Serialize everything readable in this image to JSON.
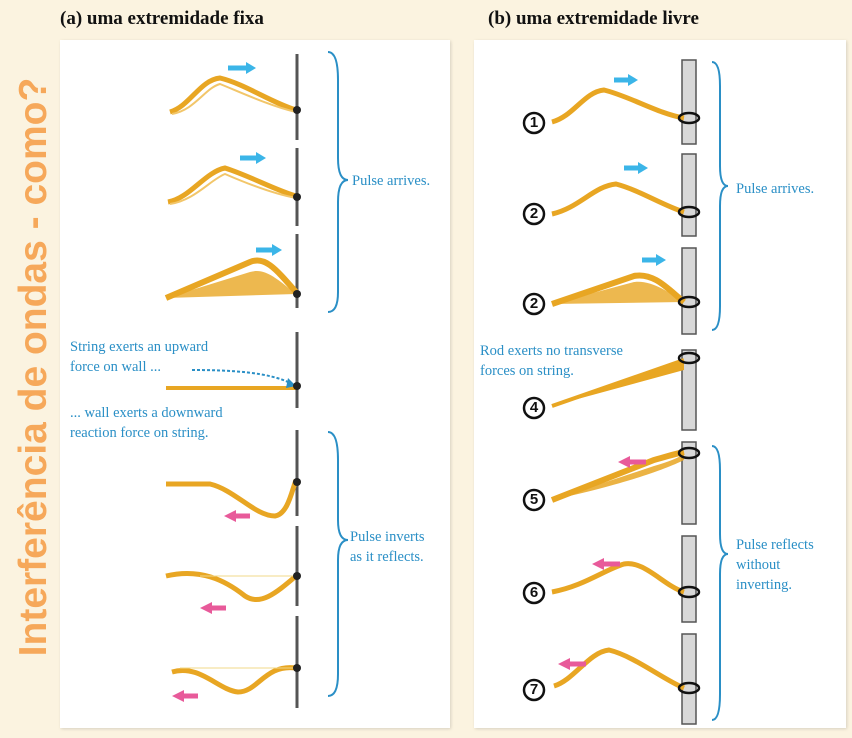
{
  "side_title": "Interferência de ondas - como?",
  "panel_a": {
    "title": "(a) uma extremidade fixa",
    "label_arrives": "Pulse arrives.",
    "label_string_force_1": "String exerts an upward",
    "label_string_force_2": "force on wall ...",
    "label_wall_force_1": "... wall exerts a downward",
    "label_wall_force_2": "reaction force on string.",
    "label_inverts_1": "Pulse inverts",
    "label_inverts_2": "as it reflects."
  },
  "panel_b": {
    "title": "(b) uma extremidade livre",
    "label_arrives": "Pulse arrives.",
    "label_rod_1": "Rod exerts no transverse",
    "label_rod_2": "forces on string.",
    "label_reflects_1": "Pulse reflects",
    "label_reflects_2": "without",
    "label_reflects_3": "inverting.",
    "stages": [
      "1",
      "2",
      "2",
      "4",
      "5",
      "6",
      "7"
    ]
  },
  "colors": {
    "string": "#e8a623",
    "accent_blue": "#2a8fc6",
    "arrow_blue": "#3bb5e8",
    "arrow_pink": "#e85a9a",
    "title_orange": "#f6a85a"
  }
}
